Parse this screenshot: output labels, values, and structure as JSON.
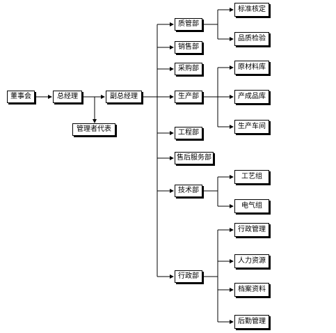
{
  "org_chart": {
    "board": "董事会",
    "gm": "总经理",
    "mgmt_rep": "管理者代表",
    "deputy_gm": "副总经理",
    "departments": {
      "quality": "质管部",
      "sales": "销售部",
      "purchasing": "采购部",
      "production": "生产部",
      "engineering": "工程部",
      "after_sales": "售后服务部",
      "technical": "技术部",
      "admin": "行政部"
    },
    "sub_units": {
      "standard_calibration": "标准核定",
      "quality_inspection": "品质检验",
      "raw_material_store": "原材料库",
      "finished_goods_store": "产成品库",
      "production_workshop": "生产车间",
      "process_group": "工艺组",
      "electrical_group": "电气组",
      "admin_management": "行政管理",
      "human_resources": "人力资源",
      "archives": "档案资料",
      "logistics": "后勤管理"
    }
  }
}
